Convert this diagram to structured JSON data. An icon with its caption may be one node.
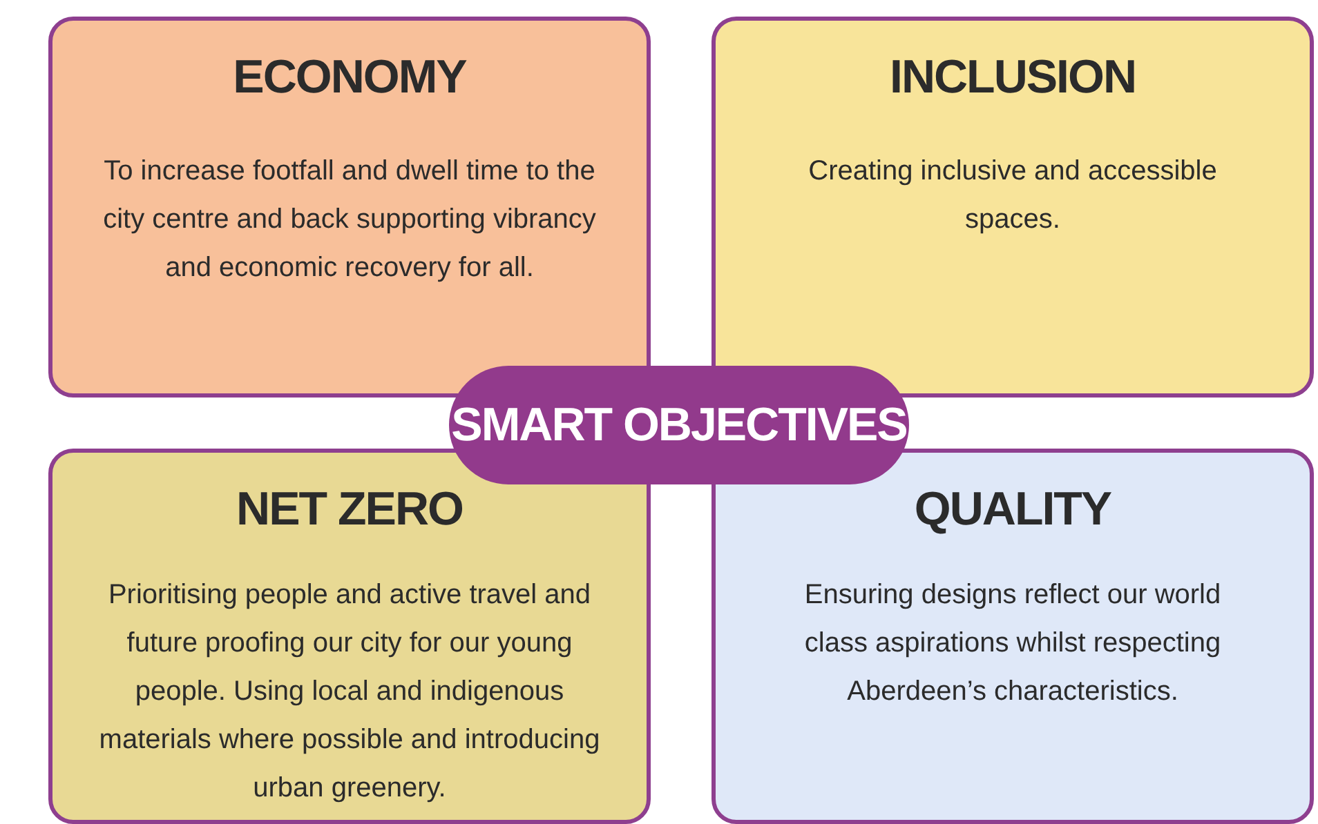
{
  "diagram": {
    "nodes": [
      {
        "text": [
          "ECONOMY",
          "To increase footfall and dwell time to the city centre and back supporting vibrancy and economic recovery for all."
        ]
      },
      {
        "text": [
          "INCLUSION",
          "Creating inclusive and accessible spaces."
        ]
      },
      {
        "text": [
          "SMART OBJECTIVES"
        ]
      },
      {
        "text": [
          "NET ZERO",
          "Prioritising people and active travel and future proofing our city for our young people. Using local and indigenous materials where possible and introducing urban greenery."
        ]
      },
      {
        "text": [
          "QUALITY",
          "Ensuring designs reflect our world class aspirations whilst respecting Aberdeen’s characteristics."
        ]
      }
    ]
  }
}
